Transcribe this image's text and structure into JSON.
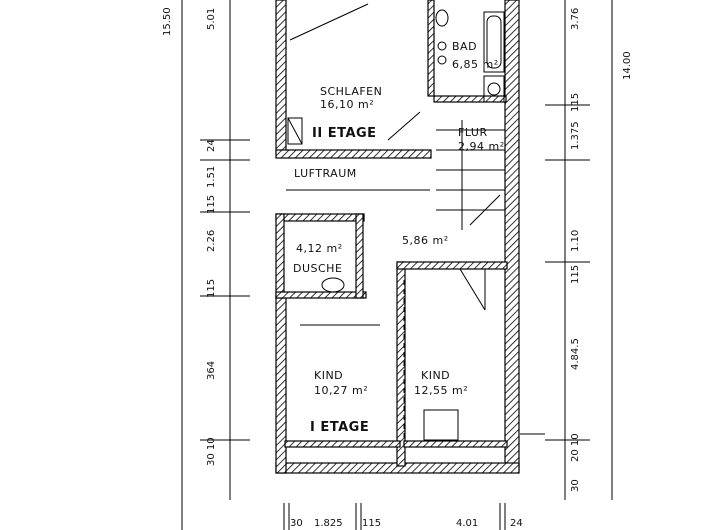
{
  "rooms": {
    "schlafen": {
      "name": "SCHLAFEN",
      "area": "16,10 m²"
    },
    "bad": {
      "name": "BAD",
      "area": "6,85 m²"
    },
    "flur": {
      "name": "FLUR",
      "area": "2,94 m²"
    },
    "luftraum": {
      "name": "LUFTRAUM"
    },
    "dusche": {
      "name": "DUSCHE",
      "area": "4,12 m²"
    },
    "hall": {
      "area": "5,86 m²"
    },
    "kind1": {
      "name": "KIND",
      "area": "10,27 m²"
    },
    "kind2": {
      "name": "KIND",
      "area": "12,55 m²"
    }
  },
  "floor_labels": {
    "upper": "II ETAGE",
    "lower": "I ETAGE"
  },
  "dimensions": {
    "left_total": "15.50",
    "left_top": "5.01",
    "left_24": "24",
    "left_151": "1.51",
    "left_115a": "115",
    "left_226": "2.26",
    "left_115b": "115",
    "left_364": "364",
    "left_3010": "30 10",
    "right_total": "14.00",
    "right_376": "3.76",
    "right_115a": "115",
    "right_1375": "1.375",
    "right_110": "1.10",
    "right_115b": "115",
    "right_4845": "4.84.5",
    "right_2010": "20 10",
    "right_30": "30",
    "bottom_30": "30",
    "bottom_1825": "1.825",
    "bottom_115": "115",
    "bottom_401": "4.01",
    "bottom_24": "24"
  }
}
